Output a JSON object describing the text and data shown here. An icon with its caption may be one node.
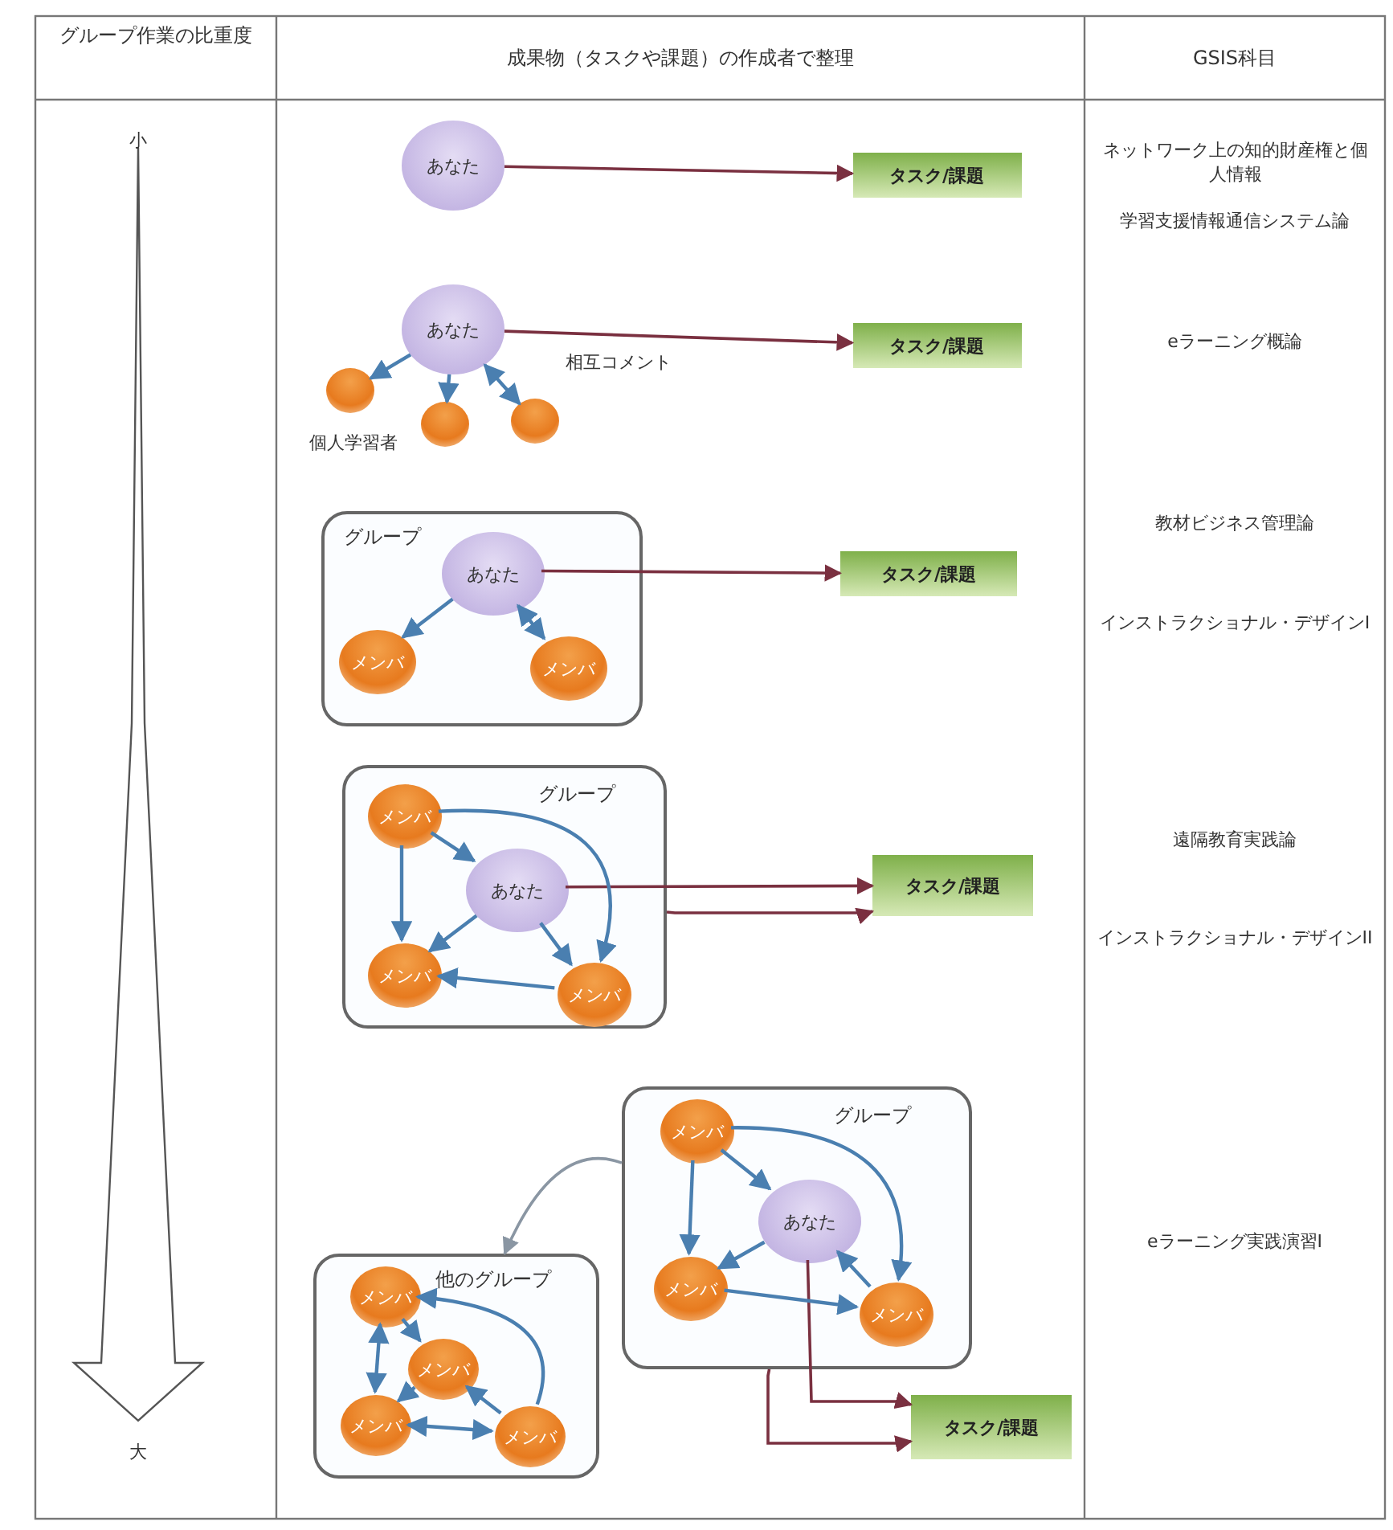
{
  "diagram": {
    "nodes": [
      {
        "text": [
          "あなた"
        ]
      },
      {
        "text": [
          "タスク/課題"
        ]
      },
      {
        "text": [
          "あなた"
        ]
      },
      {
        "text": [
          "タスク/課題"
        ]
      },
      {
        "text": [],
        "shape": "circle"
      },
      {
        "text": [],
        "shape": "circle"
      },
      {
        "text": [],
        "shape": "circle"
      },
      {
        "text": [
          "グループ"
        ]
      },
      {
        "text": [
          "あなた"
        ],
        "in": 7
      },
      {
        "text": [
          "メンバ"
        ],
        "in": 7
      },
      {
        "text": [
          "メンバ"
        ],
        "in": 7
      },
      {
        "text": [
          "タスク/課題"
        ]
      },
      {
        "text": [
          "グループ"
        ]
      },
      {
        "text": [
          "メンバ"
        ],
        "in": 12
      },
      {
        "text": [
          "あなた"
        ],
        "in": 12
      },
      {
        "text": [
          "メンバ"
        ],
        "in": 12
      },
      {
        "text": [
          "メンバ"
        ],
        "in": 12
      },
      {
        "text": [
          "タスク/課題"
        ]
      },
      {
        "text": [
          "グループ"
        ]
      },
      {
        "text": [
          "メンバ"
        ],
        "in": 18
      },
      {
        "text": [
          "あなた"
        ],
        "in": 18
      },
      {
        "text": [
          "メンバ"
        ],
        "in": 18
      },
      {
        "text": [
          "メンバ"
        ],
        "in": 18
      },
      {
        "text": [
          "他のグループ"
        ]
      },
      {
        "text": [
          "メンバ"
        ],
        "in": 23
      },
      {
        "text": [
          "メンバ"
        ],
        "in": 23
      },
      {
        "text": [
          "メンバ"
        ],
        "in": 23
      },
      {
        "text": [
          "メンバ"
        ],
        "in": 23
      },
      {
        "text": [
          "タスク/課題"
        ]
      }
    ],
    "edges": [
      {
        "from": 0,
        "to": 1,
        "arrow": "to",
        "color": "#7a3040"
      },
      {
        "from": 2,
        "to": 3,
        "arrow": "to",
        "color": "#7a3040"
      },
      {
        "from": 2,
        "to": 4,
        "arrow": "to"
      },
      {
        "from": 2,
        "to": 5,
        "arrow": "to"
      },
      {
        "from": 2,
        "to": 6,
        "arrow": "both"
      },
      {
        "from": 8,
        "to": 11,
        "arrow": "to",
        "color": "#7a3040"
      },
      {
        "from": 8,
        "to": 9,
        "arrow": "to"
      },
      {
        "from": 8,
        "to": 10,
        "arrow": "both"
      },
      {
        "from": 14,
        "to": 17,
        "arrow": "to",
        "color": "#7a3040"
      },
      {
        "from": 12,
        "to": 17,
        "arrow": "to",
        "color": "#7a3040"
      },
      {
        "from": 13,
        "to": 14,
        "arrow": "to"
      },
      {
        "from": 13,
        "to": 15,
        "arrow": "to"
      },
      {
        "from": 14,
        "to": 15,
        "arrow": "to"
      },
      {
        "from": 14,
        "to": 16,
        "arrow": "to"
      },
      {
        "from": 16,
        "to": 15,
        "arrow": "to"
      },
      {
        "from": 13,
        "to": 16,
        "arrow": "to"
      },
      {
        "from": 20,
        "to": 28,
        "arrow": "to",
        "color": "#7a3040"
      },
      {
        "from": 18,
        "to": 28,
        "arrow": "to",
        "color": "#7a3040"
      },
      {
        "from": 18,
        "to": 23,
        "arrow": "to",
        "color": "#8a96a3"
      },
      {
        "from": 19,
        "to": 21,
        "arrow": "to"
      },
      {
        "from": 19,
        "to": 20,
        "arrow": "to"
      },
      {
        "from": 20,
        "to": 21,
        "arrow": "to"
      },
      {
        "from": 22,
        "to": 20,
        "arrow": "to"
      },
      {
        "from": 21,
        "to": 22,
        "arrow": "to"
      },
      {
        "from": 19,
        "to": 22,
        "arrow": "to"
      },
      {
        "from": 24,
        "to": 25,
        "arrow": "to"
      },
      {
        "from": 24,
        "to": 26,
        "arrow": "both"
      },
      {
        "from": 25,
        "to": 26,
        "arrow": "to"
      },
      {
        "from": 27,
        "to": 25,
        "arrow": "to"
      },
      {
        "from": 26,
        "to": 27,
        "arrow": "both"
      },
      {
        "from": 27,
        "to": 24,
        "arrow": "to"
      }
    ],
    "labels": [
      "グループ作業の比重度",
      "成果物（タスクや課題）の作成者で整理",
      "GSIS科目",
      "小",
      "ネットワーク上の知的財産権と個人情報",
      "学習支援情報通信システム論",
      "個人学習者",
      "相互コメント",
      "eラーニング概論",
      "教材ビジネス管理論",
      "インストラクショナル・デザインI",
      "遠隔教育実践論",
      "インストラクショナル・デザインII",
      "eラーニング実践演習I",
      "大"
    ]
  }
}
